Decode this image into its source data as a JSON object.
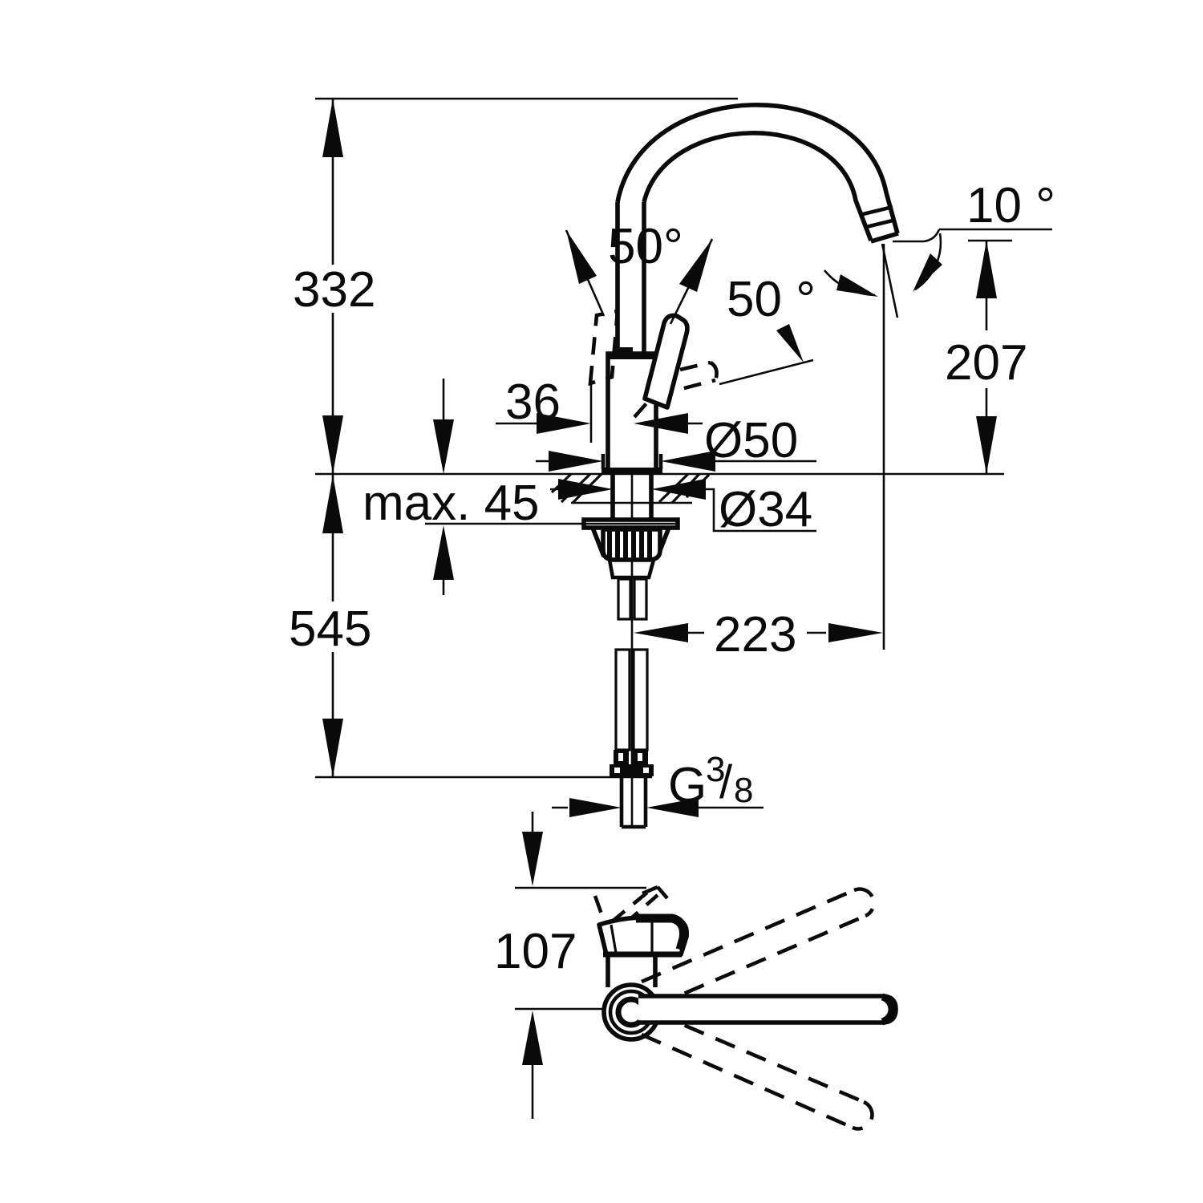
{
  "drawing": {
    "colors": {
      "background": "#ffffff",
      "line": "#0a0a0a"
    },
    "dims": {
      "overall_height": "332",
      "below_deck_depth": "545",
      "deck_thickness": "max. 45",
      "handle_offset": "36",
      "base_diameter": "Ø50",
      "hole_diameter": "Ø34",
      "spout_reach": "223",
      "outlet_height": "207",
      "outlet_angle": "10 °",
      "lever_angle_front": "50°",
      "lever_angle_open": "50 °",
      "plan_depth": "107",
      "thread": {
        "g": "G",
        "numerator": "3",
        "slash": "/",
        "denominator": "8"
      }
    }
  }
}
